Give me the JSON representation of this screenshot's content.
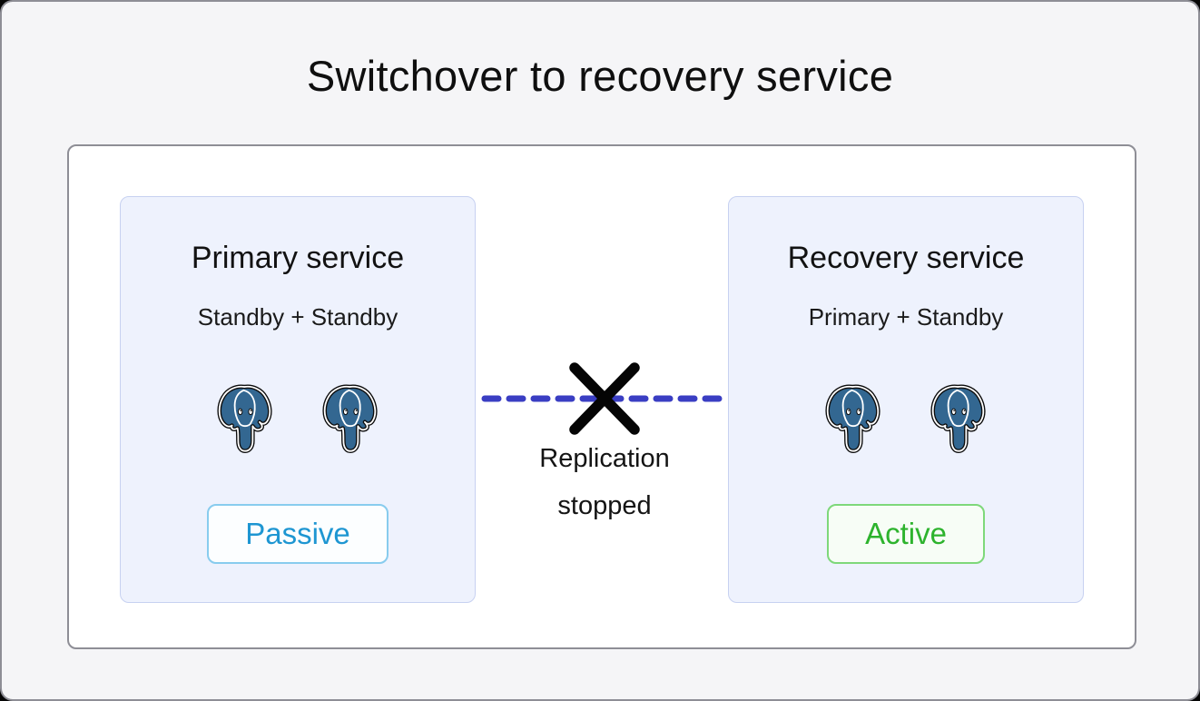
{
  "title": "Switchover to recovery service",
  "colors": {
    "page_bg": "#f5f5f7",
    "outer_border": "#8e8e96",
    "panel_bg": "#ffffff",
    "panel_border": "#8e8e96",
    "card_bg": "#eef2fd",
    "card_border": "#c7d1f1",
    "replication_line": "#3a3ec3",
    "cross": "#050505",
    "text": "#131313",
    "passive_text": "#1e96d2",
    "passive_border": "#88ccee",
    "passive_bg": "#fcfeff",
    "active_text": "#2db32d",
    "active_border": "#7ed87a",
    "active_bg": "#f7fdf6",
    "elephant_blue": "#336791"
  },
  "diagram": {
    "primary_service": {
      "title": "Primary service",
      "subtitle": "Standby + Standby",
      "nodes": [
        "postgres-elephant",
        "postgres-elephant"
      ],
      "status": {
        "label": "Passive",
        "state": "passive"
      }
    },
    "recovery_service": {
      "title": "Recovery service",
      "subtitle": "Primary + Standby",
      "nodes": [
        "postgres-elephant",
        "postgres-elephant"
      ],
      "status": {
        "label": "Active",
        "state": "active"
      }
    },
    "connector": {
      "label": "Replication stopped",
      "style": "dashed",
      "interrupted": true
    }
  }
}
